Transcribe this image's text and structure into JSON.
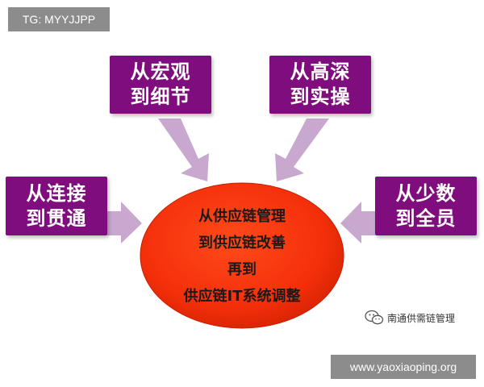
{
  "tag_label": "TG: MYYJJPP",
  "boxes": {
    "top_left": [
      "从宏观",
      "到细节"
    ],
    "top_right": [
      "从高深",
      "到实操"
    ],
    "left": [
      "从连接",
      "到贯通"
    ],
    "right": [
      "从少数",
      "到全员"
    ]
  },
  "center": [
    "从供应链管理",
    "到供应链改善",
    "再到",
    "供应链IT系统调整"
  ],
  "watermark": "南通供需链管理",
  "site_label": "www.yaoxiaoping.org",
  "colors": {
    "box": "#800d7d",
    "arrow": "#c9a8cf",
    "ellipse": "#f42f0b",
    "ellipse_edge": "#c41e00"
  },
  "icons": [
    "wechat-icon"
  ]
}
